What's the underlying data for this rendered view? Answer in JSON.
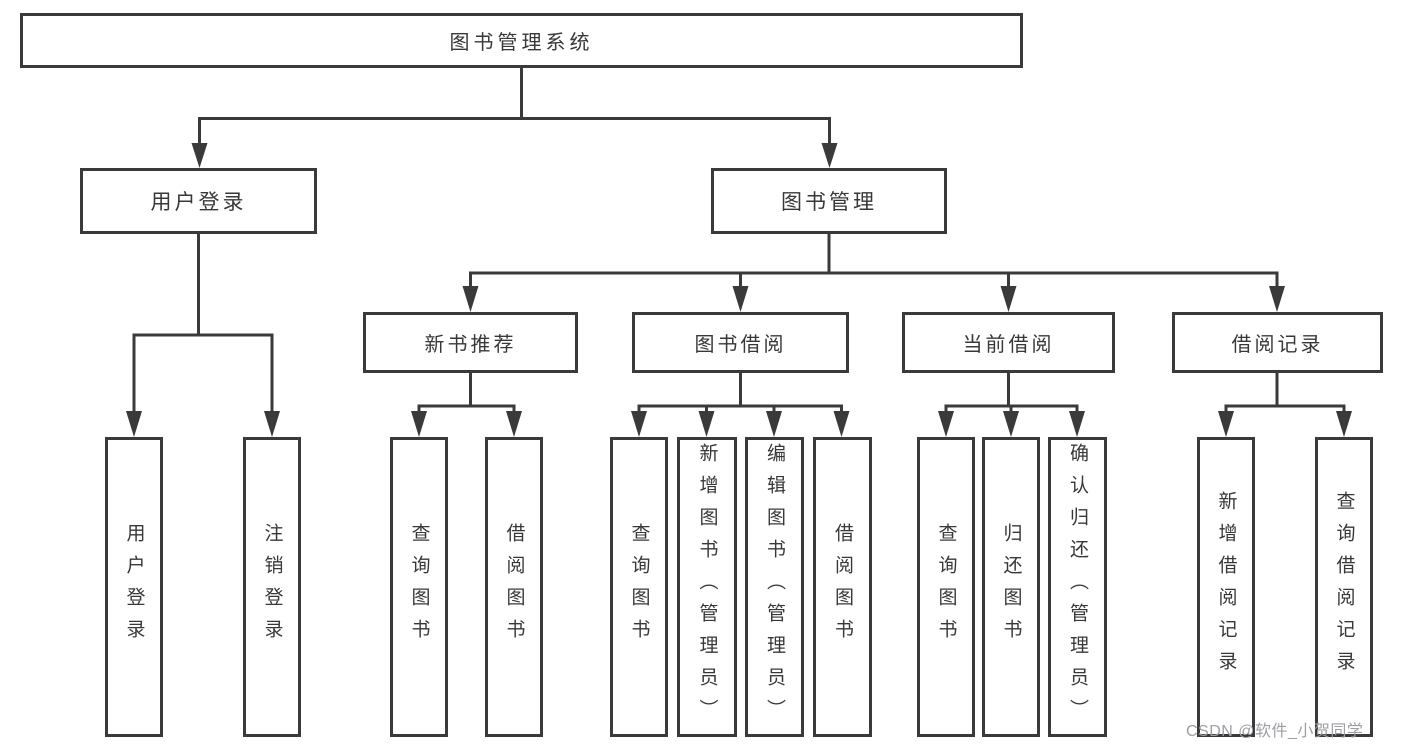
{
  "diagram": {
    "type": "hierarchy",
    "root": {
      "label": "图书管理系统",
      "children": [
        {
          "label": "用户登录",
          "children": [
            {
              "label": "用户登录"
            },
            {
              "label": "注销登录"
            }
          ]
        },
        {
          "label": "图书管理",
          "children": [
            {
              "label": "新书推荐",
              "children": [
                {
                  "label": "查询图书"
                },
                {
                  "label": "借阅图书"
                }
              ]
            },
            {
              "label": "图书借阅",
              "children": [
                {
                  "label": "查询图书"
                },
                {
                  "label": "新增图书（管理员）"
                },
                {
                  "label": "编辑图书（管理员）"
                },
                {
                  "label": "借阅图书"
                }
              ]
            },
            {
              "label": "当前借阅",
              "children": [
                {
                  "label": "查询图书"
                },
                {
                  "label": "归还图书"
                },
                {
                  "label": "确认归还（管理员）"
                }
              ]
            },
            {
              "label": "借阅记录",
              "children": [
                {
                  "label": "新增借阅记录"
                },
                {
                  "label": "查询借阅记录"
                }
              ]
            }
          ]
        }
      ]
    }
  },
  "watermark": {
    "text": "CSDN @软件_小贺同学"
  },
  "colors": {
    "line": "#3a3a3a",
    "box_border": "#3a3a3a",
    "box_fill": "#ffffff",
    "text": "#383838",
    "watermark": "#9e9ea3",
    "background": "#ffffff"
  }
}
